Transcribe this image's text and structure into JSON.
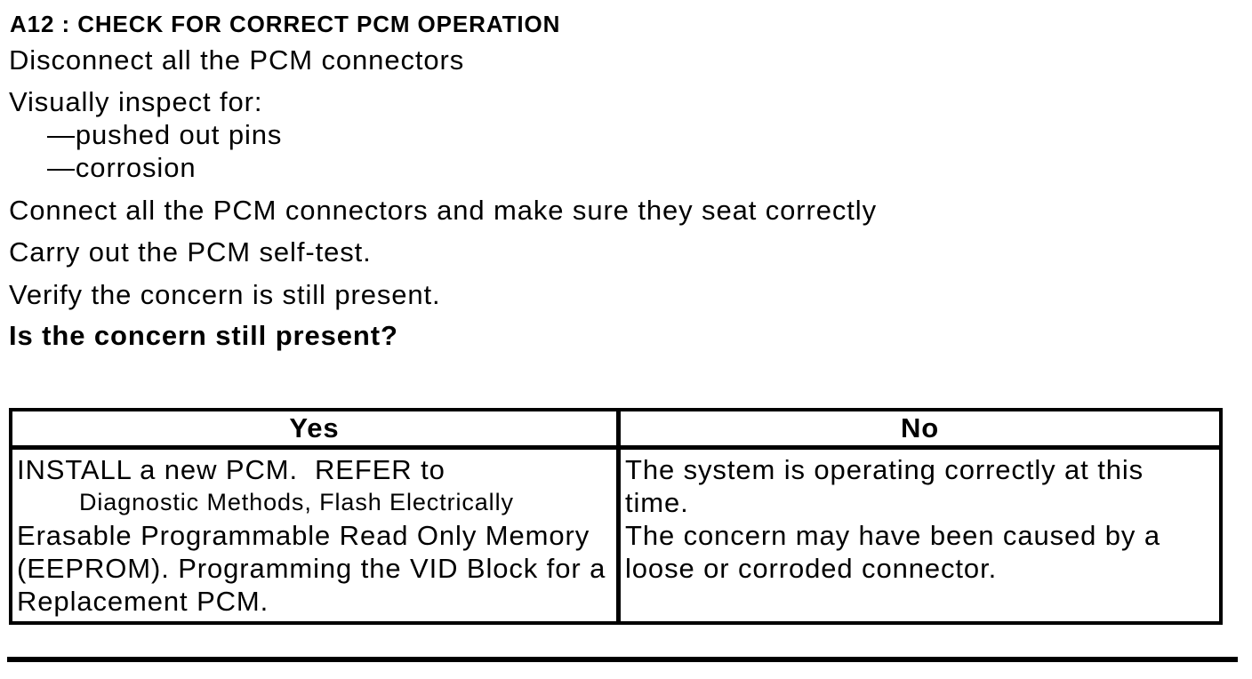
{
  "procedure": {
    "title": "A12 : CHECK FOR CORRECT PCM OPERATION",
    "instructions": [
      "Disconnect all the PCM connectors",
      "Visually inspect for:",
      "—pushed out pins",
      "—corrosion",
      "Connect all the PCM connectors and make sure they seat correctly",
      "Carry out the PCM self-test.",
      "Verify the concern is still present."
    ],
    "question": "Is the concern still present?"
  },
  "decision_table": {
    "headers": [
      "Yes",
      "No"
    ],
    "yes_action": {
      "lines": [
        "INSTALL a new PCM.  REFER to",
        "Diagnostic Methods, Flash Electrically",
        "Erasable Programmable Read Only Memory",
        "(EEPROM). Programming the VID Block for a",
        "Replacement PCM."
      ]
    },
    "no_action": {
      "lines": [
        "The system is operating correctly at this time.",
        "The concern may have been caused by a",
        "loose or corroded connector."
      ]
    }
  },
  "colors": {
    "text": "#000000",
    "background": "#ffffff",
    "border": "#000000"
  }
}
